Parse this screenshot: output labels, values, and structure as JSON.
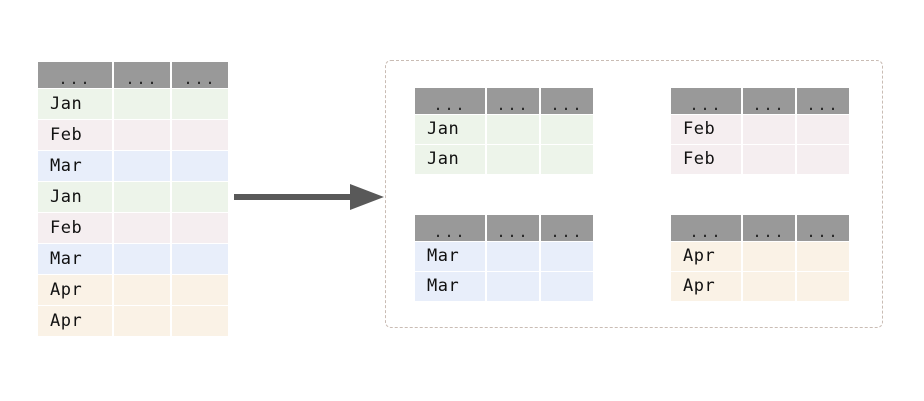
{
  "diagram": {
    "title": "groupby-split",
    "ellipsis_label": "...",
    "arrow": {
      "name": "split-arrow",
      "color": "#595959",
      "direction": "right"
    },
    "colors": {
      "header_gray": "#999999",
      "green": "#edf4ea",
      "pink": "#f5eef0",
      "blue": "#e8eefa",
      "cream": "#faf2e6",
      "text": "#111111",
      "dashed_border": "#c9bcb4"
    }
  },
  "source_table": {
    "name": "source-table",
    "columns": [
      "...",
      "...",
      "..."
    ],
    "rows": [
      {
        "key": "Jan",
        "tint": "green",
        "cells": [
          "Jan",
          "",
          ""
        ]
      },
      {
        "key": "Feb",
        "tint": "pink",
        "cells": [
          "Feb",
          "",
          ""
        ]
      },
      {
        "key": "Mar",
        "tint": "blue",
        "cells": [
          "Mar",
          "",
          ""
        ]
      },
      {
        "key": "Jan",
        "tint": "green",
        "cells": [
          "Jan",
          "",
          ""
        ]
      },
      {
        "key": "Feb",
        "tint": "pink",
        "cells": [
          "Feb",
          "",
          ""
        ]
      },
      {
        "key": "Mar",
        "tint": "blue",
        "cells": [
          "Mar",
          "",
          ""
        ]
      },
      {
        "key": "Apr",
        "tint": "cream",
        "cells": [
          "Apr",
          "",
          ""
        ]
      },
      {
        "key": "Apr",
        "tint": "cream",
        "cells": [
          "Apr",
          "",
          ""
        ]
      }
    ]
  },
  "group_tables": [
    {
      "name": "group-table-jan",
      "group_key": "Jan",
      "tint": "green",
      "columns": [
        "...",
        "...",
        "..."
      ],
      "rows": [
        {
          "cells": [
            "Jan",
            "",
            ""
          ]
        },
        {
          "cells": [
            "Jan",
            "",
            ""
          ]
        }
      ]
    },
    {
      "name": "group-table-feb",
      "group_key": "Feb",
      "tint": "pink",
      "columns": [
        "...",
        "...",
        "..."
      ],
      "rows": [
        {
          "cells": [
            "Feb",
            "",
            ""
          ]
        },
        {
          "cells": [
            "Feb",
            "",
            ""
          ]
        }
      ]
    },
    {
      "name": "group-table-mar",
      "group_key": "Mar",
      "tint": "blue",
      "columns": [
        "...",
        "...",
        "..."
      ],
      "rows": [
        {
          "cells": [
            "Mar",
            "",
            ""
          ]
        },
        {
          "cells": [
            "Mar",
            "",
            ""
          ]
        }
      ]
    },
    {
      "name": "group-table-apr",
      "group_key": "Apr",
      "tint": "cream",
      "columns": [
        "...",
        "...",
        "..."
      ],
      "rows": [
        {
          "cells": [
            "Apr",
            "",
            ""
          ]
        },
        {
          "cells": [
            "Apr",
            "",
            ""
          ]
        }
      ]
    }
  ]
}
